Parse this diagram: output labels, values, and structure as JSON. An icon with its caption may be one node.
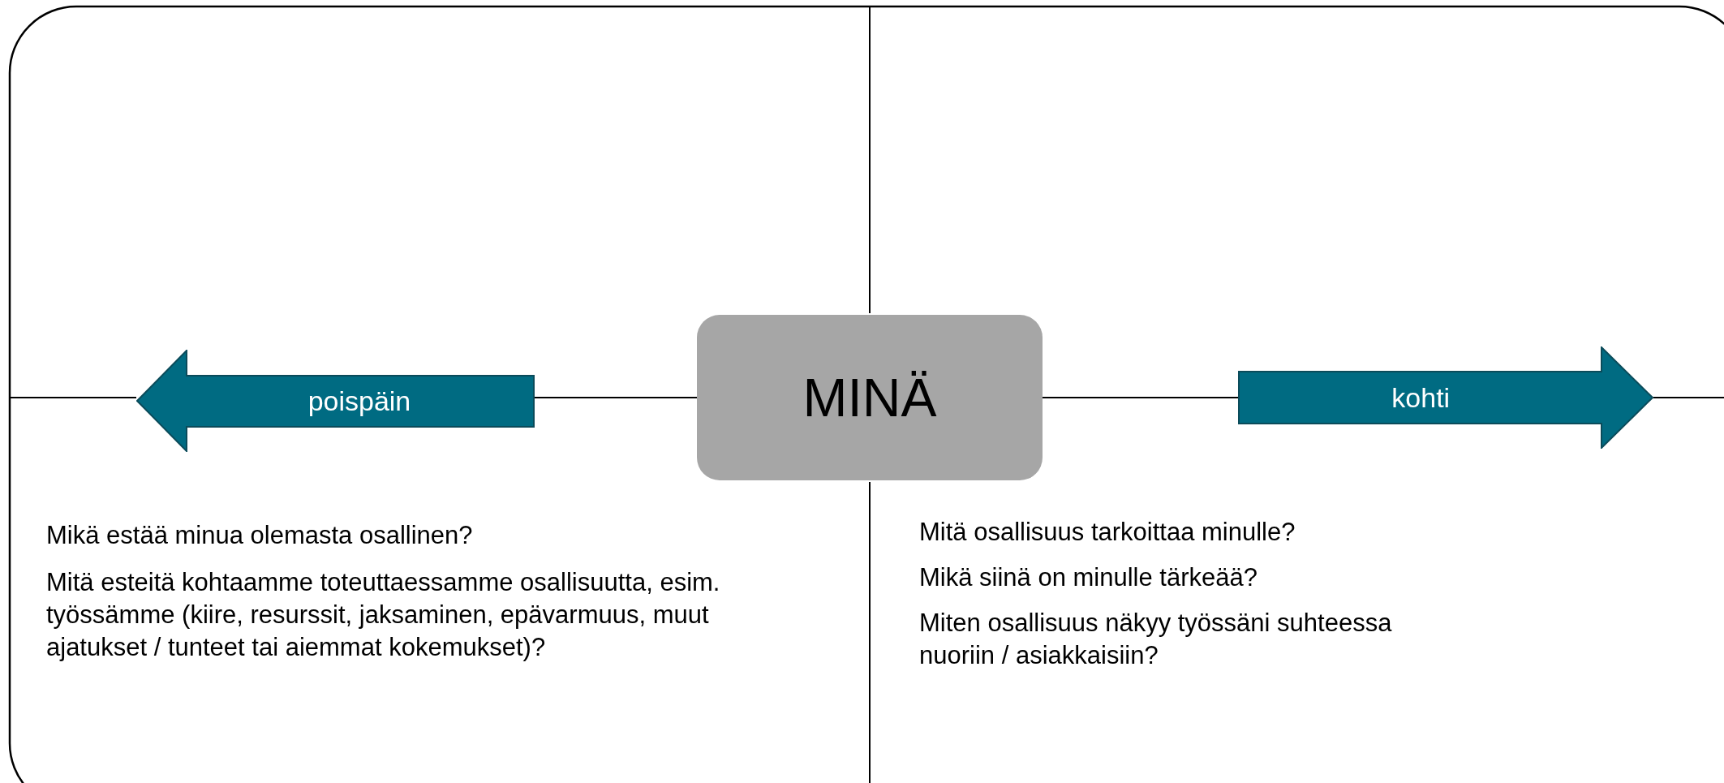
{
  "diagram": {
    "nodes": [
      {
        "text": [
          "MINÄ"
        ]
      },
      {
        "text": [
          "poispäin"
        ]
      },
      {
        "text": [
          "kohti"
        ]
      }
    ],
    "edges": [
      {
        "from": 0,
        "to": 1,
        "arrow": "none"
      },
      {
        "from": 0,
        "to": 2,
        "arrow": "none"
      }
    ],
    "labels": [
      "Mikä estää minua olemasta osallinen?",
      "Mitä esteitä kohtaamme toteuttaessamme osallisuutta, esim. työssämme (kiire, resurssit, jaksaminen, epävarmuus, muut ajatukset / tunteet tai aiemmat kokemukset)?",
      "Mitä osallisuus tarkoittaa minulle?",
      "Mikä siinä on minulle tärkeää?",
      "Miten osallisuus näkyy työssäni suhteessa nuoriin / asiakkaisiin?"
    ]
  }
}
